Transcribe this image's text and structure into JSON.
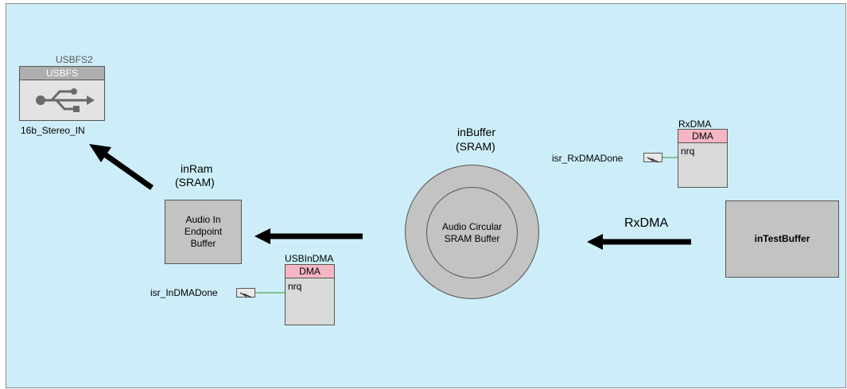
{
  "usb_component": {
    "instance": "USBFS2",
    "type": "USBFS",
    "endpoint": "16b_Stereo_IN",
    "icon": "usb-icon"
  },
  "in_ram": {
    "name": "inRam",
    "kind": "(SRAM)",
    "box_text_1": "Audio In",
    "box_text_2": "Endpoint",
    "box_text_3": "Buffer"
  },
  "in_buffer": {
    "name": "inBuffer",
    "kind": "(SRAM)",
    "circle_text_1": "Audio Circular",
    "circle_text_2": "SRAM Buffer"
  },
  "usb_in_dma": {
    "instance": "USBInDMA",
    "type": "DMA",
    "pin": "nrq",
    "isr": "isr_InDMADone"
  },
  "rx_dma": {
    "instance": "RxDMA",
    "type": "DMA",
    "pin": "nrq",
    "isr": "isr_RxDMADone"
  },
  "rx_arrow_label": "RxDMA",
  "test_buffer": {
    "name": "inTestBuffer"
  },
  "colors": {
    "background": "#cdeef8",
    "block_gray": "#c3c3c3",
    "dma_header": "#f4b6c2",
    "wire": "#2e9b3a",
    "arrow": "#000000"
  }
}
